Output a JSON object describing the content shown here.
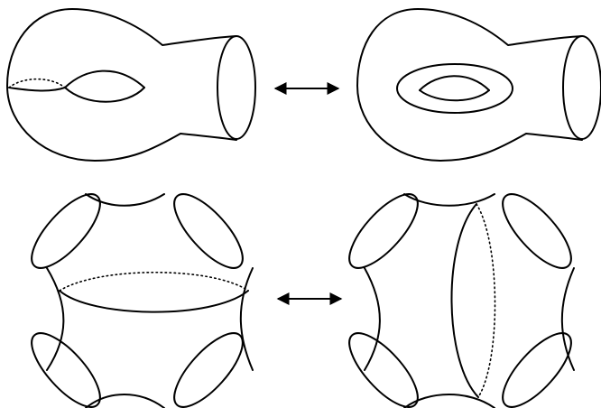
{
  "colors": {
    "stroke": "#000000",
    "background": "#ffffff"
  },
  "panels": [
    {
      "name": "genus-one-with-boundary-degeneration",
      "row": "top",
      "side": "left"
    },
    {
      "name": "genus-one-with-boundary-separating-cycle",
      "row": "top",
      "side": "right"
    },
    {
      "name": "four-holed-sphere-horizontal-curve",
      "row": "bottom",
      "side": "left"
    },
    {
      "name": "four-holed-sphere-vertical-curve",
      "row": "bottom",
      "side": "right"
    }
  ],
  "arrows": [
    {
      "name": "top-double-arrow",
      "direction": "bidirectional"
    },
    {
      "name": "bottom-double-arrow",
      "direction": "bidirectional"
    }
  ]
}
